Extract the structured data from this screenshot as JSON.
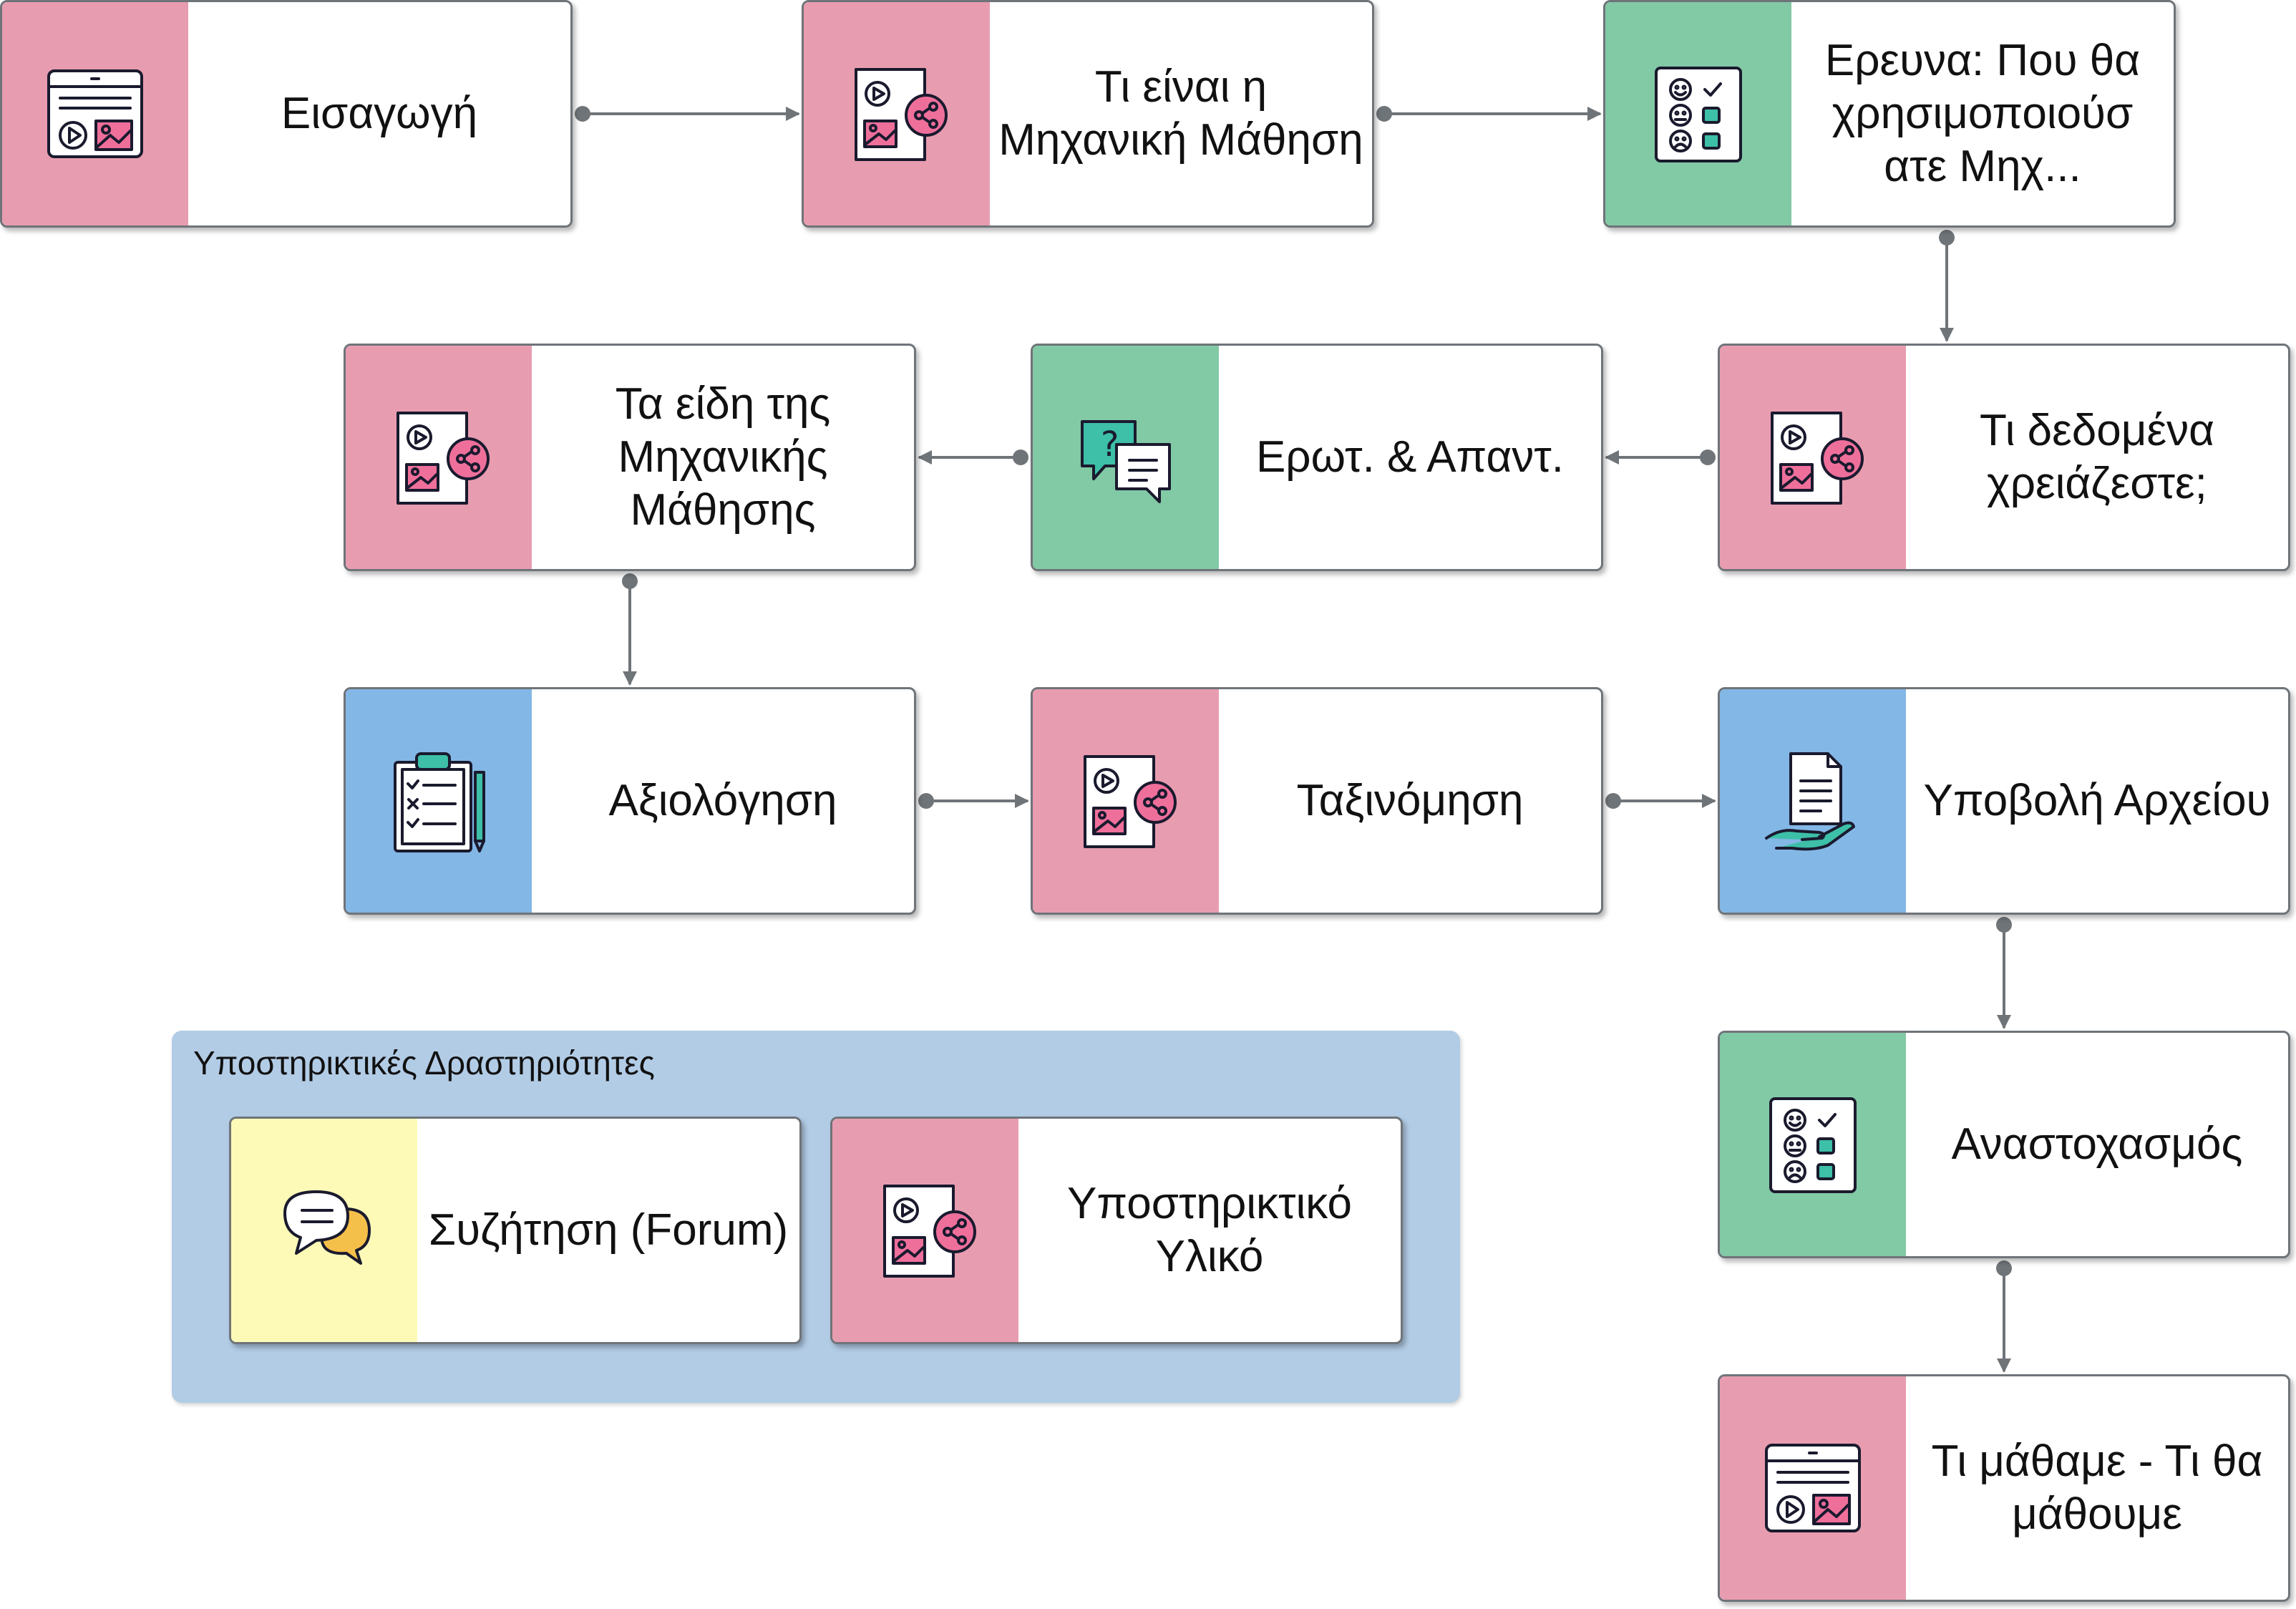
{
  "nodes": [
    {
      "id": "eisagogi",
      "label": "Εισαγωγή",
      "color": "#e89cb0",
      "icon": "media-layout-icon"
    },
    {
      "id": "ti-einai",
      "label": "Τι είναι η Μηχανική Μάθηση",
      "color": "#e89cb0",
      "icon": "media-share-icon"
    },
    {
      "id": "ereuna",
      "label": "Ερευνα: Που θα χρησιμοποιούσ ατε Μηχ...",
      "color": "#82c9a5",
      "icon": "survey-icon"
    },
    {
      "id": "dedomena",
      "label": "Τι δεδομένα χρειάζεστε;",
      "color": "#e89cb0",
      "icon": "media-share-icon"
    },
    {
      "id": "erot",
      "label": "Ερωτ. & Απαντ.",
      "color": "#82c9a5",
      "icon": "question-chat-icon"
    },
    {
      "id": "eidi",
      "label": "Τα είδη της Μηχανικής Μάθησης",
      "color": "#e89cb0",
      "icon": "media-share-icon"
    },
    {
      "id": "axiologisi",
      "label": "Αξιολόγηση",
      "color": "#83b7e6",
      "icon": "clipboard-checklist-icon"
    },
    {
      "id": "taxinomisi",
      "label": "Ταξινόμηση",
      "color": "#e89cb0",
      "icon": "media-share-icon"
    },
    {
      "id": "ypovoli",
      "label": "Υποβολή Αρχείου",
      "color": "#83b7e6",
      "icon": "document-hand-icon"
    },
    {
      "id": "anastoxasmos",
      "label": "Αναστοχασμός",
      "color": "#82c9a5",
      "icon": "survey-icon"
    },
    {
      "id": "mathame",
      "label": "Τι μάθαμε - Τι θα μάθουμε",
      "color": "#e89cb0",
      "icon": "media-layout-icon"
    }
  ],
  "group": {
    "title": "Υποστηρικτικές Δραστηριότητες",
    "color": "#b2cce6",
    "nodes": [
      {
        "id": "forum",
        "label": "Συζήτηση (Forum)",
        "color": "#fdfab8",
        "icon": "speech-bubbles-icon"
      },
      {
        "id": "yliko",
        "label": "Υποστηρικτικό Υλικό",
        "color": "#e89cb0",
        "icon": "media-share-icon"
      }
    ]
  },
  "edges": [
    [
      "eisagogi",
      "ti-einai"
    ],
    [
      "ti-einai",
      "ereuna"
    ],
    [
      "ereuna",
      "dedomena"
    ],
    [
      "dedomena",
      "erot"
    ],
    [
      "erot",
      "eidi"
    ],
    [
      "eidi",
      "axiologisi"
    ],
    [
      "axiologisi",
      "taxinomisi"
    ],
    [
      "taxinomisi",
      "ypovoli"
    ],
    [
      "ypovoli",
      "anastoxasmos"
    ],
    [
      "anastoxasmos",
      "mathame"
    ]
  ]
}
